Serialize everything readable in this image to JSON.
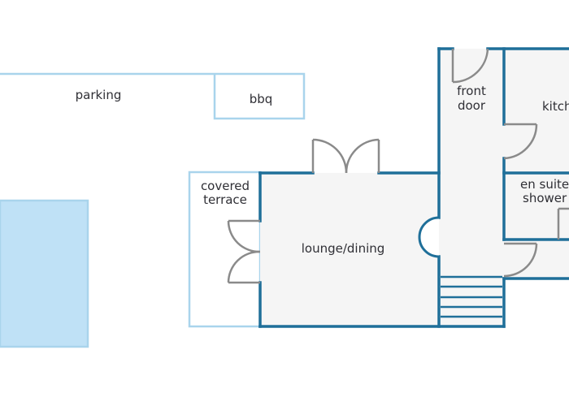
{
  "labels": {
    "parking": "parking",
    "bbq": "bbq",
    "front_door_line1": "front",
    "front_door_line2": "door",
    "kitchen": "kitch",
    "covered_terrace_line1": "covered",
    "covered_terrace_line2": "terrace",
    "en_suite_line1": "en suite",
    "en_suite_line2": "shower",
    "lounge_dining": "lounge/dining"
  },
  "colors": {
    "outline_light": "#a9d4ec",
    "outline_dark": "#1f6f99",
    "pool_fill": "#bfe1f6",
    "room_fill": "#f5f5f5",
    "door_grey": "#8a8a8a",
    "text": "#2f2f35"
  }
}
